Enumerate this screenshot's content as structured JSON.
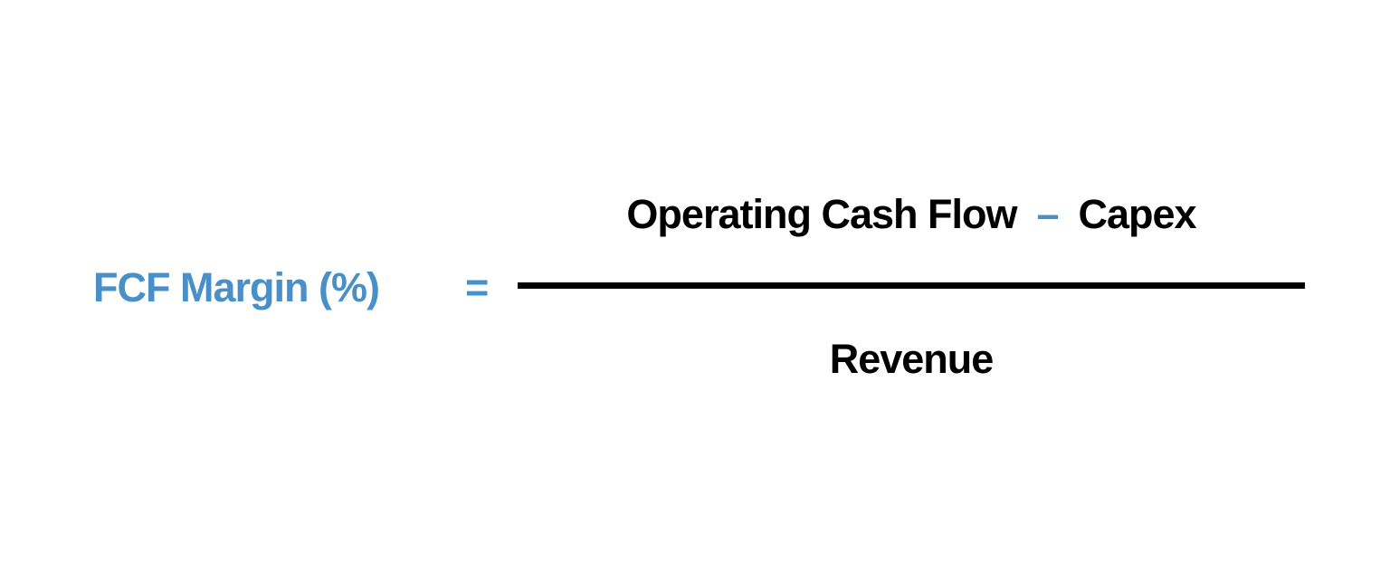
{
  "colors": {
    "accent": "#4a90c8",
    "text": "#000000",
    "background": "#ffffff"
  },
  "formula": {
    "lhs": "FCF Margin (%)",
    "equals": "=",
    "numerator": {
      "term1": "Operating Cash Flow",
      "operator": "–",
      "term2": "Capex"
    },
    "denominator": "Revenue"
  }
}
